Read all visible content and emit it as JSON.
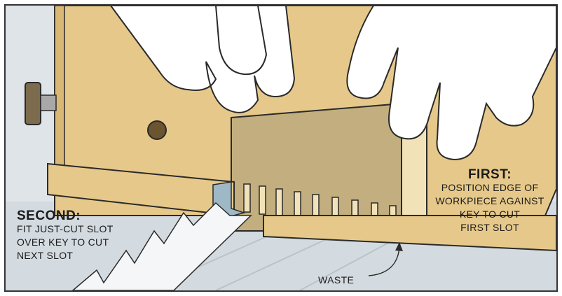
{
  "callouts": {
    "first": {
      "heading": "FIRST:",
      "lines": [
        "POSITION EDGE OF",
        "WORKPIECE AGAINST",
        "KEY TO CUT",
        "FIRST SLOT"
      ]
    },
    "second": {
      "heading": "SECOND:",
      "lines": [
        "FIT JUST-CUT SLOT",
        "OVER KEY TO CUT",
        "NEXT SLOT"
      ]
    },
    "waste": {
      "label": "WASTE"
    }
  },
  "colors": {
    "wood": "#e6c98a",
    "wood_dark": "#c9a767",
    "workpiece": "#c2ae7e",
    "table": "#dfe4e8",
    "blade": "#f4f6f8",
    "key": "#9fb8c6",
    "skin": "#ffffff",
    "outline": "#2a2a2a"
  }
}
